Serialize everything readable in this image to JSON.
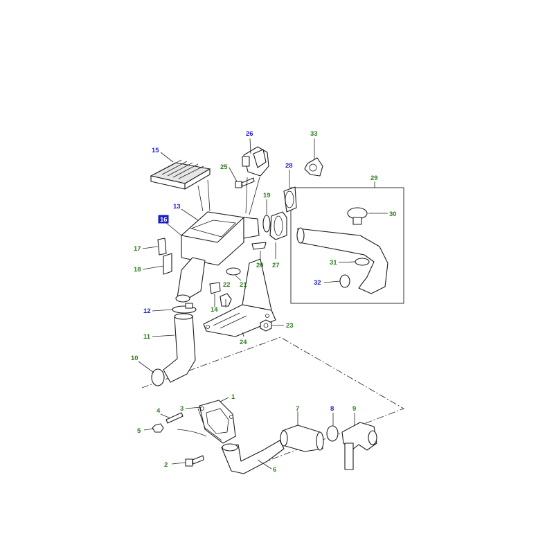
{
  "colors": {
    "label_green": "#2e7d1e",
    "label_blue": "#1a1acc",
    "highlight": "#1a1acc",
    "line": "#1a1a1a"
  },
  "callouts": {
    "c1": "1",
    "c2": "2",
    "c3": "3",
    "c4": "4",
    "c5": "5",
    "c6": "6",
    "c7": "7",
    "c8": "8",
    "c9": "9",
    "c10": "10",
    "c11": "11",
    "c12": "12",
    "c13": "13",
    "c14": "14",
    "c15": "15",
    "c16": "16",
    "c17": "17",
    "c18": "18",
    "c19": "19",
    "c20": "20",
    "c21": "21",
    "c22": "22",
    "c23": "23",
    "c24": "24",
    "c25": "25",
    "c26": "26",
    "c27": "27",
    "c28": "28",
    "c29": "29",
    "c30": "30",
    "c31": "31",
    "c32": "32",
    "c33": "33"
  }
}
